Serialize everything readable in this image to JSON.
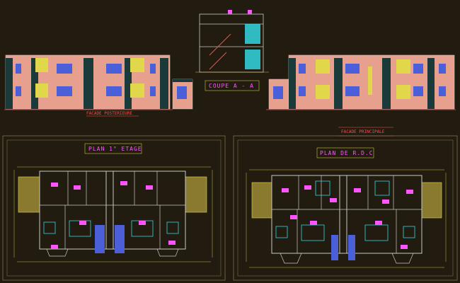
{
  "labels": {
    "facade_posterieure": "FACADE POSTERIEURE",
    "coupe": "COUPE A - A",
    "facade_principale": "FACADE PRINCIPALE",
    "plan_etage": "PLAN 1° ETAGE",
    "plan_rdc": "PLAN DE R.D.C"
  },
  "colors": {
    "background": "#221c10",
    "frame": "#8a7a55",
    "wall_pink": "#e7a08d",
    "wall_dark": "#1a3b3a",
    "window_blue": "#4a5fd8",
    "balcony_yellow": "#e0d84a",
    "cyan": "#33d6e0",
    "magenta": "#ff55ff",
    "label_red": "#ff4a4a",
    "wall_line": "#c8c8c8",
    "dim_line": "#c8c040"
  }
}
